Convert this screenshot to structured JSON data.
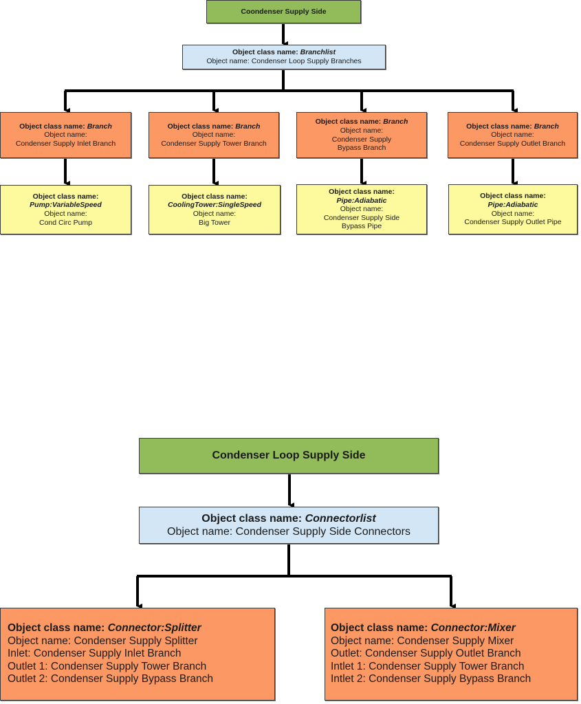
{
  "diagram1": {
    "root": "Coondenser Supply Side",
    "list": {
      "class_label": "Object class name:",
      "class_name": "Branchlist",
      "object_label": "Object name:",
      "object_name": "Condenser Loop Supply Branches"
    },
    "branches": [
      {
        "class_label": "Object class name:",
        "class_name": "Branch",
        "object_label": "Object name:",
        "object_name": [
          "Condenser Supply Inlet Branch"
        ],
        "component": {
          "class_label": "Object class name:",
          "class_name": "Pump:VariableSpeed",
          "object_label": "Object name:",
          "object_name": [
            "Cond Circ Pump"
          ]
        }
      },
      {
        "class_label": "Object class name:",
        "class_name": "Branch",
        "object_label": "Object name:",
        "object_name": [
          "Condenser Supply Tower Branch"
        ],
        "component": {
          "class_label": "Object class name:",
          "class_name": "CoolingTower:SingleSpeed",
          "object_label": "Object name:",
          "object_name": [
            "Big Tower"
          ]
        }
      },
      {
        "class_label": "Object class name:",
        "class_name": "Branch",
        "object_label": "Object name:",
        "object_name": [
          "Condenser Supply",
          "Bypass Branch"
        ],
        "component": {
          "class_label": "Object class name:",
          "class_name": "Pipe:Adiabatic",
          "object_label": "Object name:",
          "object_name": [
            "Condenser  Supply Side",
            "Bypass Pipe"
          ]
        }
      },
      {
        "class_label": "Object class name:",
        "class_name": "Branch",
        "object_label": "Object name:",
        "object_name": [
          "Condenser Supply Outlet Branch"
        ],
        "component": {
          "class_label": "Object class name:",
          "class_name": "Pipe:Adiabatic",
          "object_label": "Object name:",
          "object_name": [
            "Condenser Supply Outlet Pipe"
          ]
        }
      }
    ]
  },
  "diagram2": {
    "root": "Condenser Loop Supply Side",
    "list": {
      "class_label": "Object class name:",
      "class_name": "Connectorlist",
      "object_label": "Object name:",
      "object_name": "Condenser Supply Side Connectors"
    },
    "splitter": {
      "class_label": "Object class name:",
      "class_name": "Connector:Splitter",
      "lines": [
        "Object name: Condenser Supply Splitter",
        "Inlet: Condenser Supply Inlet Branch",
        "Outlet 1: Condenser  Supply Tower Branch",
        "Outlet 2: Condenser Supply Bypass Branch"
      ]
    },
    "mixer": {
      "class_label": "Object class name:",
      "class_name": "Connector:Mixer",
      "lines": [
        "Object name: Condenser Supply Mixer",
        "Outlet: Condenser Supply Outlet Branch",
        "Intlet 1: Condenser Supply Tower Branch",
        "Intlet 2: Condenser Supply Bypass Branch"
      ]
    }
  },
  "colors": {
    "root": "#92bb5a",
    "list": "#d2e6f5",
    "branch": "#fb9863",
    "component": "#fcfa9c"
  }
}
